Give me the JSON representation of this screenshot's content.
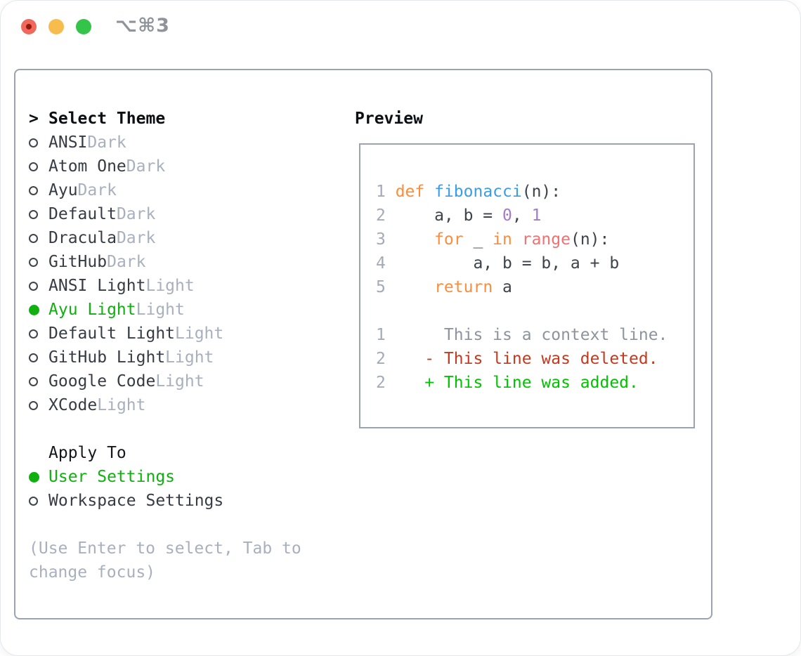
{
  "titlebar": {
    "title": "⌥⌘3"
  },
  "theme_list": {
    "header_prefix": ">",
    "header": "Select Theme",
    "items": [
      {
        "name": "ANSI",
        "variant": "Dark",
        "selected": false
      },
      {
        "name": "Atom One",
        "variant": "Dark",
        "selected": false
      },
      {
        "name": "Ayu",
        "variant": "Dark",
        "selected": false
      },
      {
        "name": "Default",
        "variant": "Dark",
        "selected": false
      },
      {
        "name": "Dracula",
        "variant": "Dark",
        "selected": false
      },
      {
        "name": "GitHub",
        "variant": "Dark",
        "selected": false
      },
      {
        "name": "ANSI Light",
        "variant": "Light",
        "selected": false
      },
      {
        "name": "Ayu Light",
        "variant": "Light",
        "selected": true
      },
      {
        "name": "Default Light",
        "variant": "Light",
        "selected": false
      },
      {
        "name": "GitHub Light",
        "variant": "Light",
        "selected": false
      },
      {
        "name": "Google Code",
        "variant": "Light",
        "selected": false
      },
      {
        "name": "XCode",
        "variant": "Light",
        "selected": false
      }
    ]
  },
  "apply_to": {
    "header": "Apply To",
    "items": [
      {
        "label": "User Settings",
        "selected": true
      },
      {
        "label": "Workspace Settings",
        "selected": false
      }
    ]
  },
  "hint": {
    "text": "(Use Enter to select, Tab to change focus)"
  },
  "preview": {
    "title": "Preview",
    "lines": [
      {
        "num": "1",
        "tokens": [
          [
            "def",
            "keyword"
          ],
          [
            " ",
            "plain"
          ],
          [
            "fibonacci",
            "function"
          ],
          [
            "(n):",
            "plain"
          ]
        ]
      },
      {
        "num": "2",
        "tokens": [
          [
            "    a, b = ",
            "plain"
          ],
          [
            "0",
            "number"
          ],
          [
            ", ",
            "plain"
          ],
          [
            "1",
            "number"
          ]
        ]
      },
      {
        "num": "3",
        "tokens": [
          [
            "    ",
            "plain"
          ],
          [
            "for",
            "keyword"
          ],
          [
            " _ ",
            "plain"
          ],
          [
            "in",
            "keyword"
          ],
          [
            " ",
            "plain"
          ],
          [
            "range",
            "call"
          ],
          [
            "(n):",
            "plain"
          ]
        ]
      },
      {
        "num": "4",
        "tokens": [
          [
            "        a, b = b, a + b",
            "plain"
          ]
        ]
      },
      {
        "num": "5",
        "tokens": [
          [
            "    ",
            "plain"
          ],
          [
            "return",
            "keyword"
          ],
          [
            " a",
            "plain"
          ]
        ]
      },
      {
        "blank": true
      },
      {
        "num": "1",
        "tokens": [
          [
            "     This is a context line.",
            "context"
          ]
        ]
      },
      {
        "num": "2",
        "tokens": [
          [
            "   - This line was deleted.",
            "deleted"
          ]
        ]
      },
      {
        "num": "2",
        "tokens": [
          [
            "   + This line was added.",
            "added"
          ]
        ]
      }
    ]
  },
  "colors": {
    "selection_green": "#10b010",
    "diff_added": "#00c300",
    "diff_deleted": "#c43a1e",
    "keyword_orange": "#fa8d3e",
    "function_blue": "#399ee6",
    "number_purple": "#a37acc",
    "call_coral": "#f07171",
    "muted_gray": "#a8b0bd",
    "border_gray": "#9aa3ae",
    "traffic_red": "#f0685c",
    "traffic_yellow": "#f6bd4e",
    "traffic_green": "#35c44a"
  }
}
